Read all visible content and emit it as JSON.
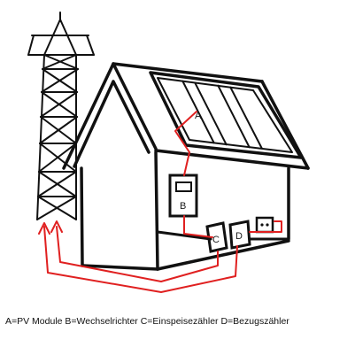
{
  "labels": {
    "a": "A",
    "b": "B",
    "c": "C",
    "d": "D"
  },
  "caption": "A=PV Module B=Wechselrichter C=Einspeisezähler D=Bezugszähler",
  "colors": {
    "outline": "#111111",
    "wire": "#e02020",
    "background": "#ffffff"
  }
}
